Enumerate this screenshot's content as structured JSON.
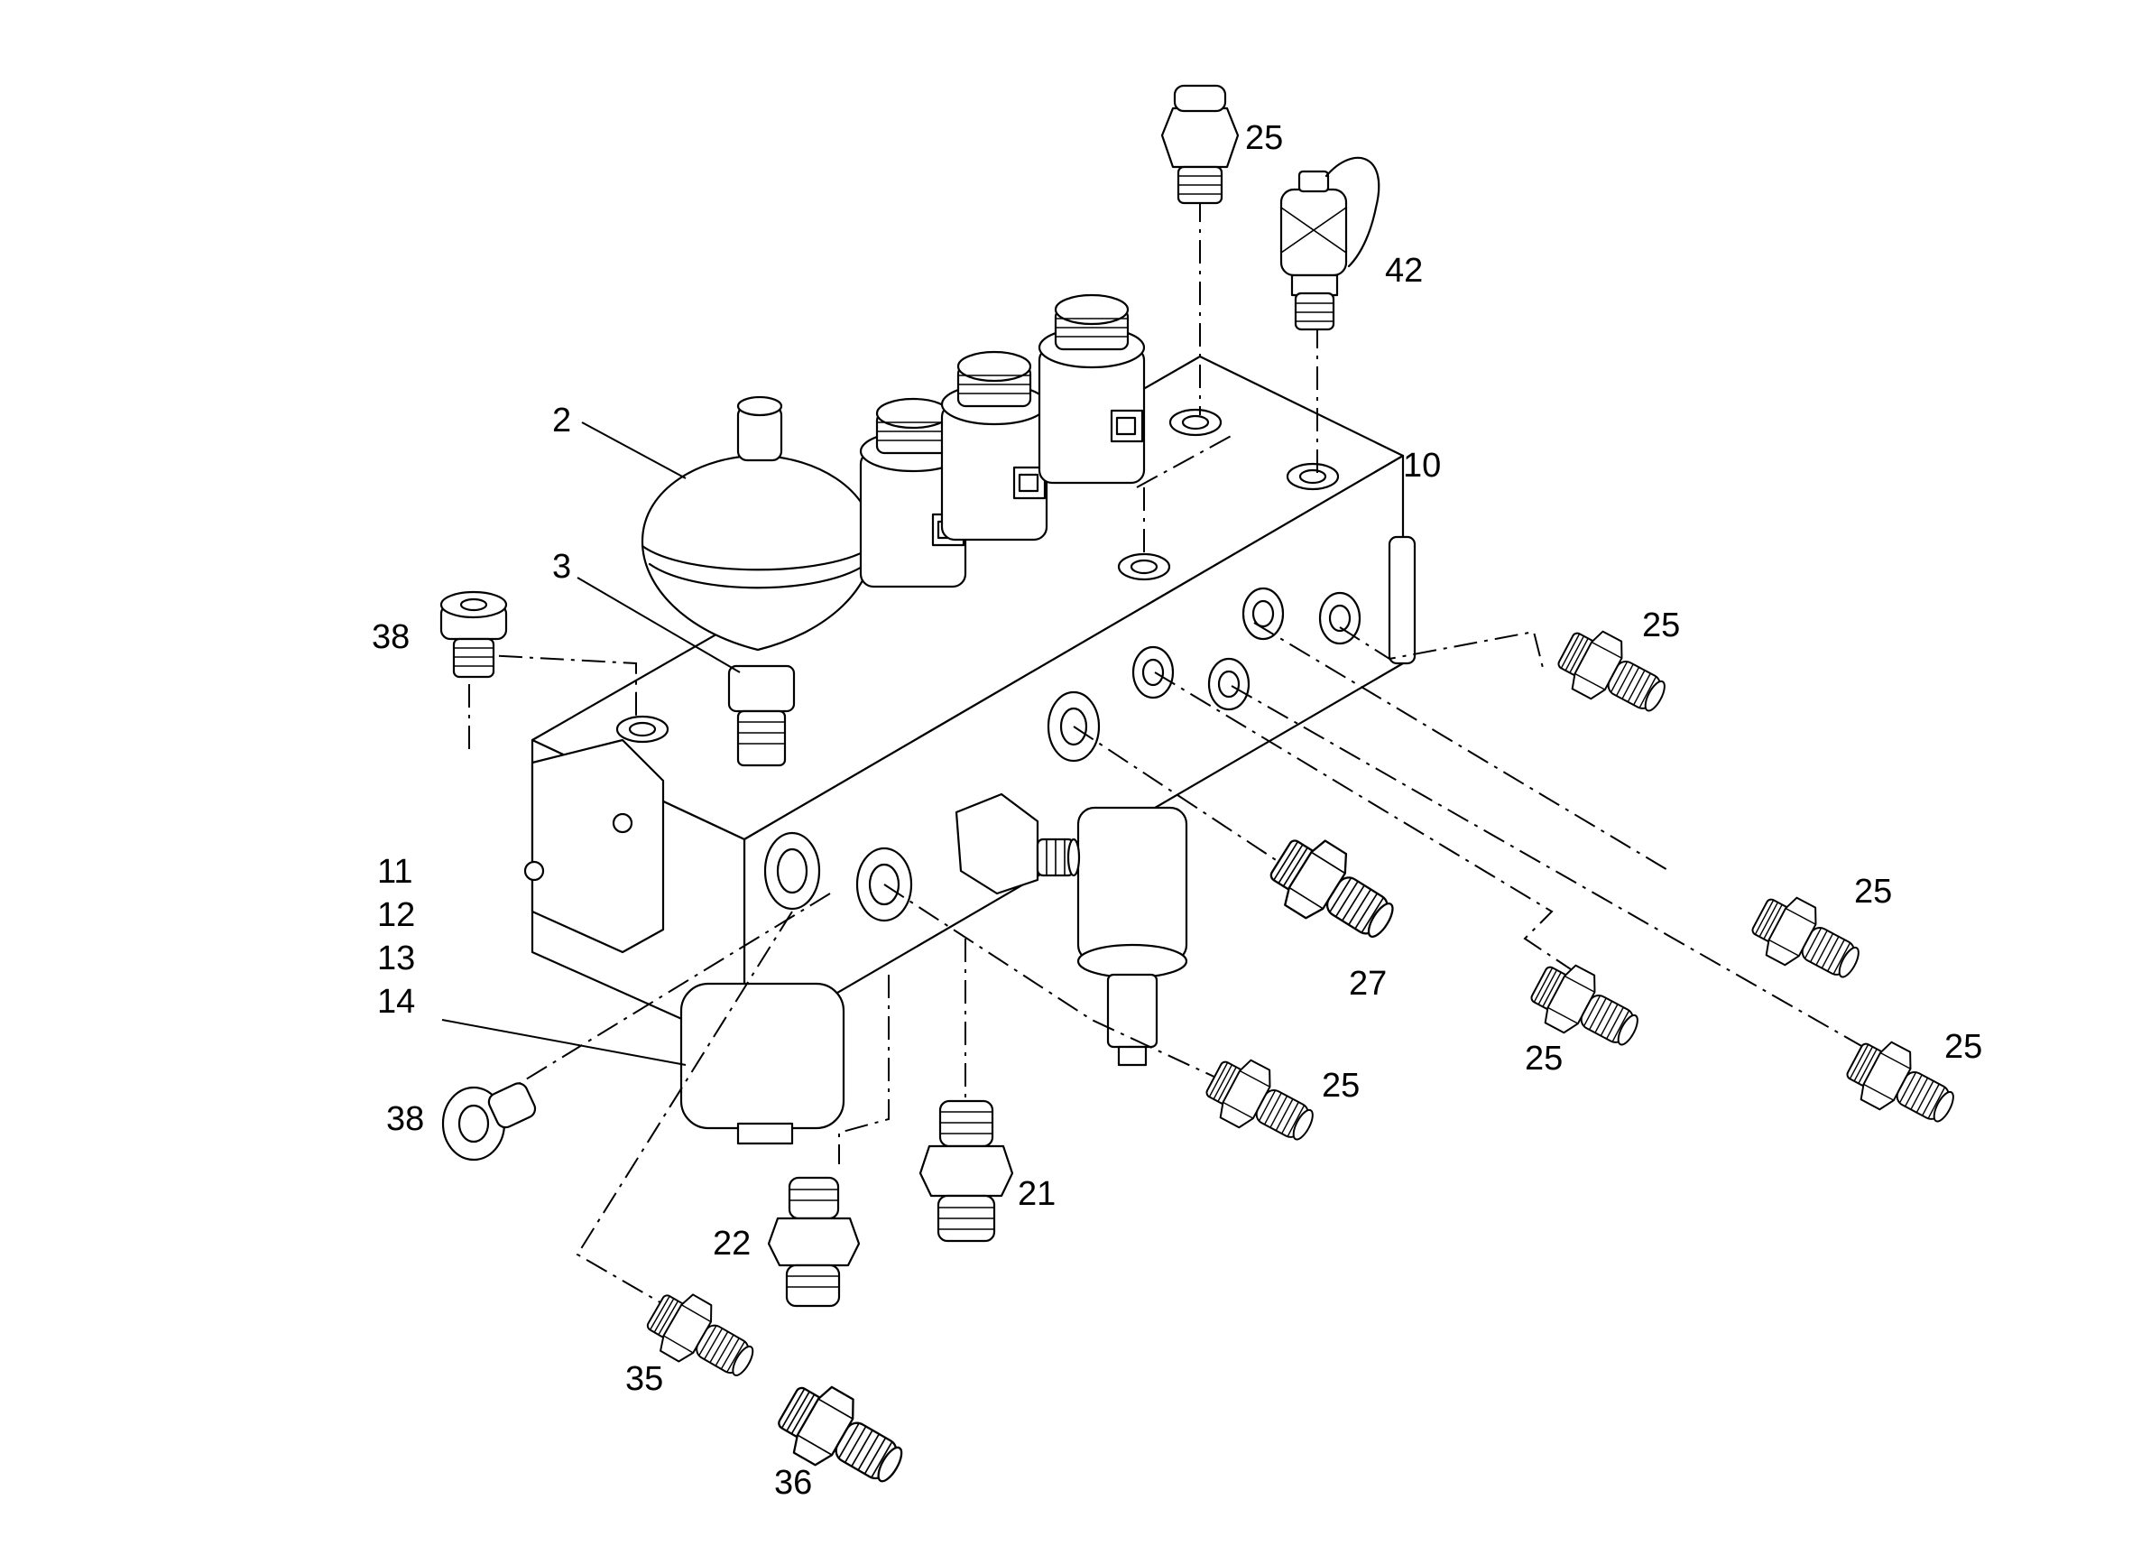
{
  "callouts": {
    "c2": "2",
    "c3": "3",
    "c10": "10",
    "c11": "11",
    "c12": "12",
    "c13": "13",
    "c14": "14",
    "c21": "21",
    "c22": "22",
    "c25_top": "25",
    "c25_right_upper": "25",
    "c25_right_mid": "25",
    "c25_center_low": "25",
    "c25_bottom_mid": "25",
    "c25_bottom_right": "25",
    "c27": "27",
    "c35": "35",
    "c36": "36",
    "c38_top": "38",
    "c38_bottom": "38",
    "c42": "42"
  }
}
